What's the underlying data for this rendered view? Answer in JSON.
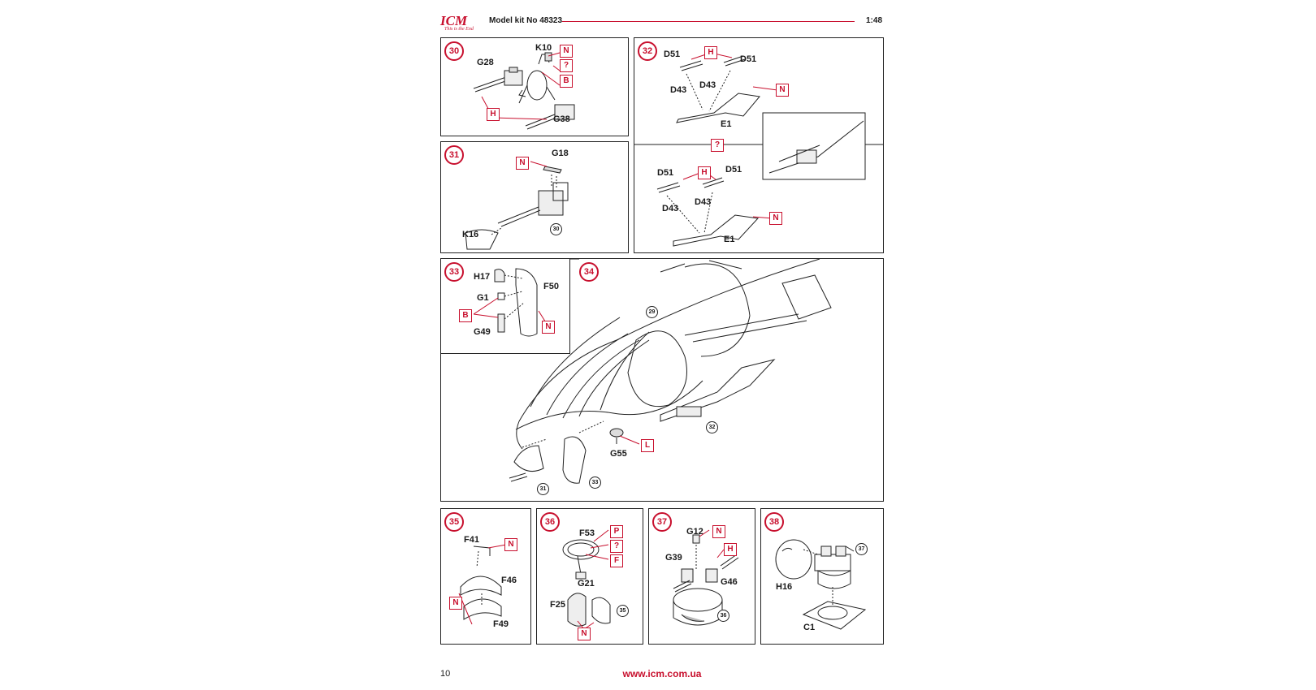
{
  "header": {
    "logo_text": "ICM",
    "logo_tagline": "This is the End",
    "kit": "Model kit No 48323",
    "scale": "1:48"
  },
  "footer": {
    "page_number": "10",
    "url": "www.icm.com.ua"
  },
  "colors": {
    "accent": "#c8102e",
    "line": "#222222"
  },
  "steps": {
    "s30": {
      "number": "30",
      "parts": [
        "K10",
        "G28",
        "G38"
      ],
      "tags": [
        "N",
        "?",
        "B",
        "H"
      ]
    },
    "s31": {
      "number": "31",
      "parts": [
        "G18",
        "K16"
      ],
      "tags": [
        "N"
      ],
      "refs": [
        "30"
      ]
    },
    "s32": {
      "number": "32",
      "parts_top": [
        "D51",
        "D51",
        "D43",
        "D43",
        "E1"
      ],
      "parts_bottom": [
        "D51",
        "D51",
        "D43",
        "D43",
        "E1"
      ],
      "tags": [
        "H",
        "N",
        "?",
        "H",
        "N"
      ]
    },
    "s33": {
      "number": "33",
      "parts": [
        "H17",
        "F50",
        "G1",
        "G49"
      ],
      "tags": [
        "B",
        "N"
      ]
    },
    "s34": {
      "number": "34",
      "parts": [
        "G55"
      ],
      "tags": [
        "L"
      ],
      "refs": [
        "29",
        "32",
        "31",
        "33"
      ]
    },
    "s35": {
      "number": "35",
      "parts": [
        "F41",
        "F46",
        "F49"
      ],
      "tags": [
        "N",
        "N"
      ]
    },
    "s36": {
      "number": "36",
      "parts": [
        "F53",
        "G21",
        "F25"
      ],
      "tags": [
        "P",
        "?",
        "F",
        "N"
      ],
      "refs": [
        "35"
      ]
    },
    "s37": {
      "number": "37",
      "parts": [
        "G12",
        "G39",
        "G46"
      ],
      "tags": [
        "N",
        "H"
      ],
      "refs": [
        "36"
      ]
    },
    "s38": {
      "number": "38",
      "parts": [
        "H16",
        "C1"
      ],
      "refs": [
        "37"
      ]
    }
  }
}
